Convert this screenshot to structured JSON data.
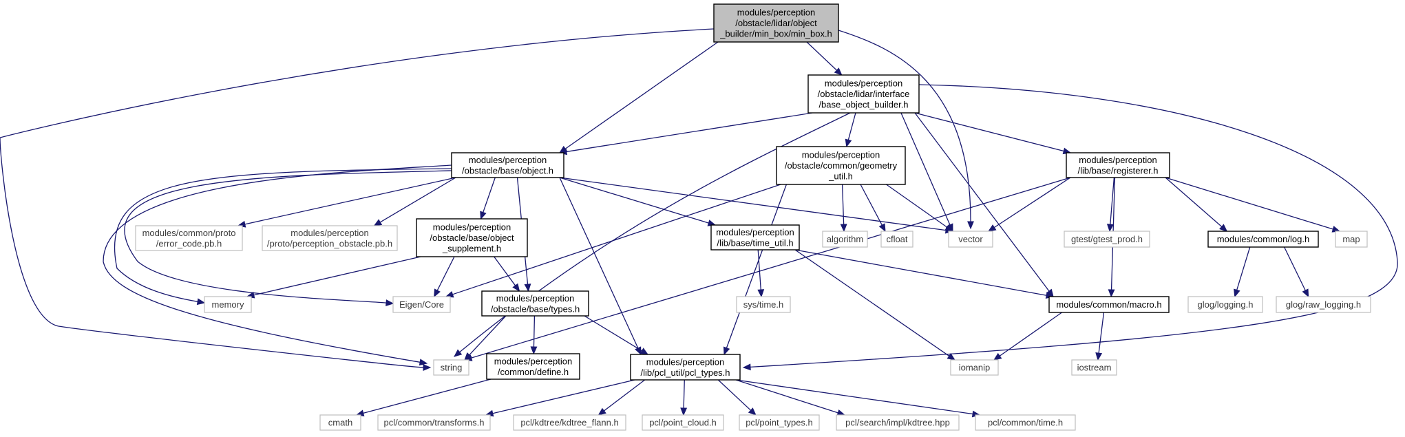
{
  "diagram": {
    "nodes": {
      "min_box": {
        "kind": "root",
        "lines": [
          "modules/perception",
          "/obstacle/lidar/object",
          "_builder/min_box/min_box.h"
        ]
      },
      "base_object_builder": {
        "kind": "internal",
        "lines": [
          "modules/perception",
          "/obstacle/lidar/interface",
          "/base_object_builder.h"
        ]
      },
      "object": {
        "kind": "internal",
        "lines": [
          "modules/perception",
          "/obstacle/base/object.h"
        ]
      },
      "geometry_util": {
        "kind": "internal",
        "lines": [
          "modules/perception",
          "/obstacle/common/geometry",
          "_util.h"
        ]
      },
      "registerer": {
        "kind": "internal",
        "lines": [
          "modules/perception",
          "/lib/base/registerer.h"
        ]
      },
      "object_supplement": {
        "kind": "internal",
        "lines": [
          "modules/perception",
          "/obstacle/base/object",
          "_supplement.h"
        ]
      },
      "time_util": {
        "kind": "internal",
        "lines": [
          "modules/perception",
          "/lib/base/time_util.h"
        ]
      },
      "log": {
        "kind": "internal",
        "lines": [
          "modules/common/log.h"
        ]
      },
      "types": {
        "kind": "internal",
        "lines": [
          "modules/perception",
          "/obstacle/base/types.h"
        ]
      },
      "macro": {
        "kind": "internal",
        "lines": [
          "modules/common/macro.h"
        ]
      },
      "define": {
        "kind": "internal",
        "lines": [
          "modules/perception",
          "/common/define.h"
        ]
      },
      "pcl_types": {
        "kind": "internal",
        "lines": [
          "modules/perception",
          "/lib/pcl_util/pcl_types.h"
        ]
      },
      "error_code": {
        "kind": "external",
        "lines": [
          "modules/common/proto",
          "/error_code.pb.h"
        ]
      },
      "perception_obstacle": {
        "kind": "external",
        "lines": [
          "modules/perception",
          "/proto/perception_obstacle.pb.h"
        ]
      },
      "algorithm": {
        "kind": "external",
        "lines": [
          "algorithm"
        ]
      },
      "cfloat": {
        "kind": "external",
        "lines": [
          "cfloat"
        ]
      },
      "vector": {
        "kind": "external",
        "lines": [
          "vector"
        ]
      },
      "gtest_prod": {
        "kind": "external",
        "lines": [
          "gtest/gtest_prod.h"
        ]
      },
      "map": {
        "kind": "external",
        "lines": [
          "map"
        ]
      },
      "memory": {
        "kind": "external",
        "lines": [
          "memory"
        ]
      },
      "eigen_core": {
        "kind": "external",
        "lines": [
          "Eigen/Core"
        ]
      },
      "sys_time": {
        "kind": "external",
        "lines": [
          "sys/time.h"
        ]
      },
      "glog_logging": {
        "kind": "external",
        "lines": [
          "glog/logging.h"
        ]
      },
      "glog_raw_logging": {
        "kind": "external",
        "lines": [
          "glog/raw_logging.h"
        ]
      },
      "string": {
        "kind": "external",
        "lines": [
          "string"
        ]
      },
      "iomanip": {
        "kind": "external",
        "lines": [
          "iomanip"
        ]
      },
      "iostream": {
        "kind": "external",
        "lines": [
          "iostream"
        ]
      },
      "cmath": {
        "kind": "external",
        "lines": [
          "cmath"
        ]
      },
      "pcl_transforms": {
        "kind": "external",
        "lines": [
          "pcl/common/transforms.h"
        ]
      },
      "kdtree_flann": {
        "kind": "external",
        "lines": [
          "pcl/kdtree/kdtree_flann.h"
        ]
      },
      "point_cloud": {
        "kind": "external",
        "lines": [
          "pcl/point_cloud.h"
        ]
      },
      "point_types": {
        "kind": "external",
        "lines": [
          "pcl/point_types.h"
        ]
      },
      "kdtree_hpp": {
        "kind": "external",
        "lines": [
          "pcl/search/impl/kdtree.hpp"
        ]
      },
      "pcl_time": {
        "kind": "external",
        "lines": [
          "pcl/common/time.h"
        ]
      }
    },
    "edges": [
      [
        "min_box",
        "base_object_builder"
      ],
      [
        "min_box",
        "object"
      ],
      [
        "min_box",
        "vector"
      ],
      [
        "min_box",
        "string"
      ],
      [
        "base_object_builder",
        "object"
      ],
      [
        "base_object_builder",
        "geometry_util"
      ],
      [
        "base_object_builder",
        "registerer"
      ],
      [
        "base_object_builder",
        "vector"
      ],
      [
        "base_object_builder",
        "string"
      ],
      [
        "base_object_builder",
        "macro"
      ],
      [
        "base_object_builder",
        "pcl_types"
      ],
      [
        "object",
        "error_code"
      ],
      [
        "object",
        "perception_obstacle"
      ],
      [
        "object",
        "object_supplement"
      ],
      [
        "object",
        "types"
      ],
      [
        "object",
        "time_util"
      ],
      [
        "object",
        "pcl_types"
      ],
      [
        "object",
        "vector"
      ],
      [
        "object",
        "memory"
      ],
      [
        "object",
        "eigen_core"
      ],
      [
        "object",
        "string"
      ],
      [
        "geometry_util",
        "algorithm"
      ],
      [
        "geometry_util",
        "cfloat"
      ],
      [
        "geometry_util",
        "vector"
      ],
      [
        "geometry_util",
        "eigen_core"
      ],
      [
        "geometry_util",
        "pcl_types"
      ],
      [
        "registerer",
        "vector"
      ],
      [
        "registerer",
        "gtest_prod"
      ],
      [
        "registerer",
        "log"
      ],
      [
        "registerer",
        "map"
      ],
      [
        "registerer",
        "macro"
      ],
      [
        "registerer",
        "string"
      ],
      [
        "object_supplement",
        "memory"
      ],
      [
        "object_supplement",
        "eigen_core"
      ],
      [
        "object_supplement",
        "types"
      ],
      [
        "time_util",
        "sys_time"
      ],
      [
        "time_util",
        "macro"
      ],
      [
        "time_util",
        "iomanip"
      ],
      [
        "log",
        "glog_logging"
      ],
      [
        "log",
        "glog_raw_logging"
      ],
      [
        "types",
        "string"
      ],
      [
        "types",
        "define"
      ],
      [
        "types",
        "pcl_types"
      ],
      [
        "macro",
        "iomanip"
      ],
      [
        "macro",
        "iostream"
      ],
      [
        "define",
        "cmath"
      ],
      [
        "pcl_types",
        "pcl_transforms"
      ],
      [
        "pcl_types",
        "kdtree_flann"
      ],
      [
        "pcl_types",
        "point_cloud"
      ],
      [
        "pcl_types",
        "point_types"
      ],
      [
        "pcl_types",
        "kdtree_hpp"
      ],
      [
        "pcl_types",
        "pcl_time"
      ]
    ]
  }
}
